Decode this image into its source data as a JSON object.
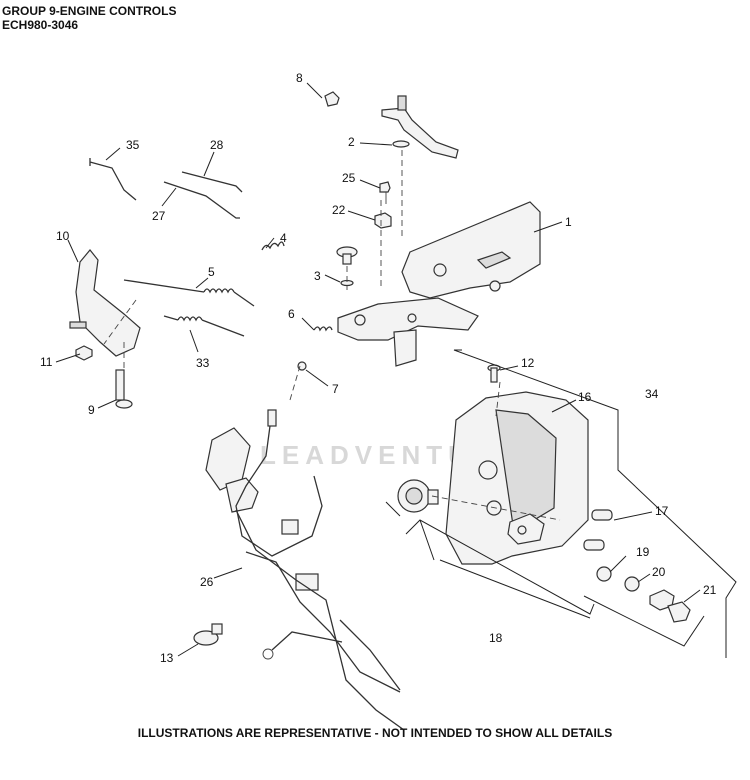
{
  "header": {
    "title": "GROUP 9-ENGINE CONTROLS",
    "model": "ECH980-3046"
  },
  "watermark": "LEADVENTURE",
  "footer": "ILLUSTRATIONS ARE REPRESENTATIVE - NOT INTENDED TO SHOW ALL DETAILS",
  "callouts": [
    "1",
    "2",
    "3",
    "4",
    "5",
    "6",
    "7",
    "8",
    "9",
    "10",
    "11",
    "12",
    "13",
    "16",
    "17",
    "18",
    "19",
    "20",
    "21",
    "22",
    "25",
    "26",
    "27",
    "28",
    "33",
    "34",
    "35"
  ]
}
